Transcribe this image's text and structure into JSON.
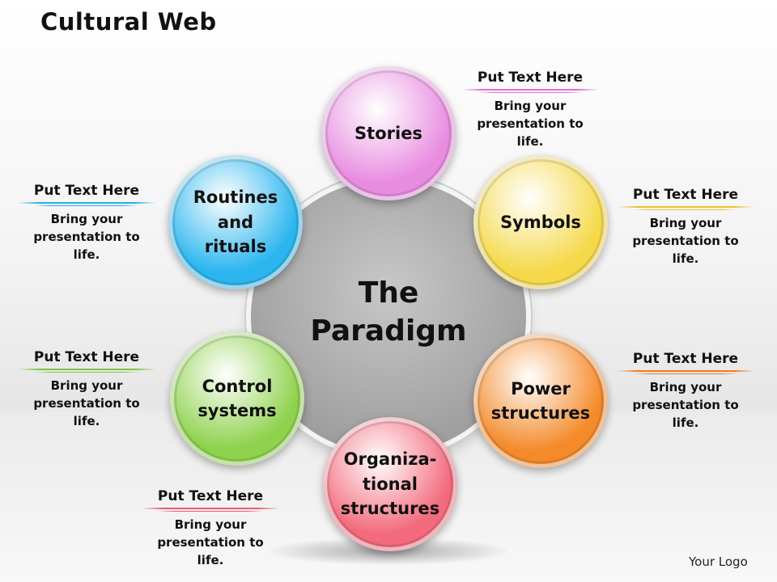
{
  "title": "Cultural Web",
  "center": {
    "label": "The\nParadigm"
  },
  "nodes": [
    {
      "key": "stories",
      "label": "Stories",
      "color": "#e88ce0"
    },
    {
      "key": "symbols",
      "label": "Symbols",
      "color": "#f5d94a"
    },
    {
      "key": "power",
      "label": "Power\nstructures",
      "color": "#f48a2a"
    },
    {
      "key": "org",
      "label": "Organiza-\ntional\nstructures",
      "color": "#f26a7c"
    },
    {
      "key": "control",
      "label": "Control\nsystems",
      "color": "#8fd24d"
    },
    {
      "key": "routines",
      "label": "Routines\nand\nrituals",
      "color": "#2bb6ef"
    }
  ],
  "notes": [
    {
      "heading": "Put Text Here",
      "body": "Bring your\npresentation to\nlife.",
      "color": "#e36fd7"
    },
    {
      "heading": "Put Text Here",
      "body": "Bring your\npresentation to\nlife.",
      "color": "#e8c32c"
    },
    {
      "heading": "Put Text Here",
      "body": "Bring your\npresentation to\nlife.",
      "color": "#f07a22"
    },
    {
      "heading": "Put Text Here",
      "body": "Bring your\npresentation to\nlife.",
      "color": "#ef5c72"
    },
    {
      "heading": "Put Text Here",
      "body": "Bring your\npresentation to\nlife.",
      "color": "#7bc443"
    },
    {
      "heading": "Put Text Here",
      "body": "Bring your\npresentation to\nlife.",
      "color": "#2aaee6"
    }
  ],
  "logo": "Your Logo"
}
